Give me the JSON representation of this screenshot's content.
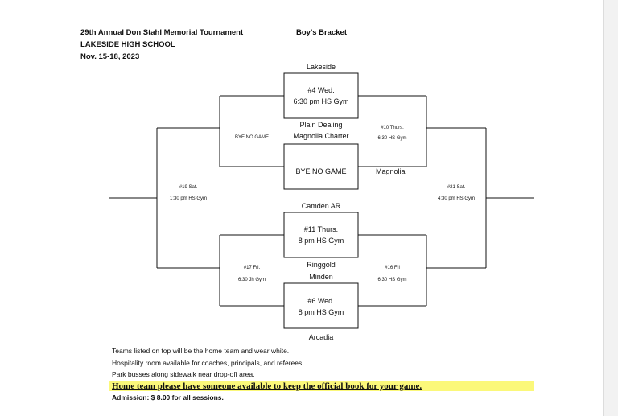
{
  "header": {
    "tournament": "29th Annual Don Stahl Memorial Tournament",
    "school": "LAKESIDE HIGH SCHOOL",
    "dates": "Nov. 15-18, 2023",
    "bracket": "Boy's Bracket"
  },
  "teams": {
    "lakeside": "Lakeside",
    "plain_dealing": "Plain Dealing",
    "magnolia_charter": "Magnolia Charter",
    "magnolia": "Magnolia",
    "camden": "Camden AR",
    "ringgold": "Ringgold",
    "minden": "Minden",
    "arcadia": "Arcadia"
  },
  "games": {
    "g4_line1": "#4 Wed.",
    "g4_line2": "6:30 pm HS Gym",
    "bye_center": "BYE NO GAME",
    "bye_left": "BYE NO GAME",
    "g11_line1": "#11 Thurs.",
    "g11_line2": "8 pm HS Gym",
    "g6_line1": "#6 Wed.",
    "g6_line2": "8 pm HS Gym",
    "g10_line1": "#10 Thurs.",
    "g10_line2": "6:30 HS Gym",
    "g17_line1": "#17 Fri.",
    "g17_line2": "6:30 Jh Gym",
    "g16_line1": "#16 Fri",
    "g16_line2": "6:30 HS Gym",
    "g19_line1": "#19 Sat.",
    "g19_line2": "1:30 pm HS Gym",
    "g21_line1": "#21 Sat.",
    "g21_line2": "4:30 pm HS Gym"
  },
  "notes": {
    "home_team": "Teams listed on top will be the home team and wear white.",
    "hospitality": "Hospitality room available for coaches, principals, and referees.",
    "parking": "Park busses along sidewalk near drop-off area.",
    "highlight": "Home team please have someone available to keep the official book for your game.",
    "admission": "Admission: $ 8.00 for all sessions."
  }
}
